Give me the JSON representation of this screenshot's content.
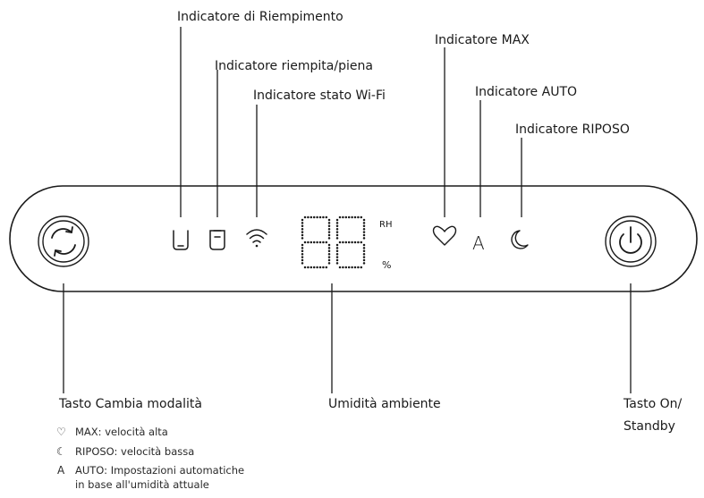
{
  "callouts": {
    "fill_indicator": "Indicatore di Riempimento",
    "full_indicator": "Indicatore riempita/piena",
    "wifi_indicator": "Indicatore stato Wi-Fi",
    "max_indicator": "Indicatore MAX",
    "auto_indicator": "Indicatore AUTO",
    "sleep_indicator": "Indicatore RIPOSO",
    "mode_button": "Tasto Cambia modalità",
    "humidity": "Umidità ambiente",
    "power_button_line1": "Tasto On/",
    "power_button_line2": "Standby"
  },
  "panel": {
    "unit_rh": "RH",
    "unit_percent": "%",
    "auto_letter": "A",
    "display_digits": "88"
  },
  "legend": {
    "max": {
      "icon": "heart-icon",
      "symbol": "♡",
      "text": "MAX: velocità alta"
    },
    "sleep": {
      "icon": "moon-icon",
      "symbol": "☾",
      "text": "RIPOSO: velocità bassa"
    },
    "auto": {
      "icon": "letter-a-icon",
      "symbol": "A",
      "text_line1": "AUTO: Impostazioni automatiche",
      "text_line2": "in base all'umidità attuale"
    }
  },
  "colors": {
    "stroke": "#1a1a1a",
    "background": "#ffffff"
  }
}
